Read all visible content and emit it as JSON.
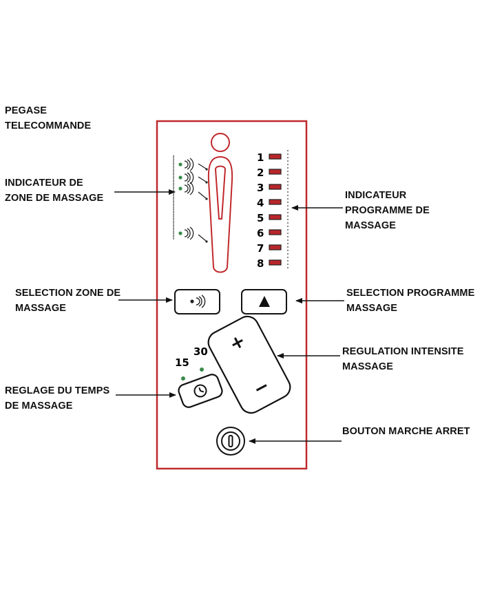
{
  "header": {
    "line1": "PEGASE",
    "line2": "TELECOMMANDE"
  },
  "labels": {
    "zone_indicator": {
      "line1": "INDICATEUR DE",
      "line2": "ZONE DE MASSAGE"
    },
    "program_indicator": {
      "line1": "INDICATEUR",
      "line2": "PROGRAMME DE",
      "line3": "MASSAGE"
    },
    "zone_selection": {
      "line1": "SELECTION ZONE DE",
      "line2": "MASSAGE"
    },
    "program_selection": {
      "line1": "SELECTION PROGRAMME",
      "line2": "MASSAGE"
    },
    "intensity": {
      "line1": "REGULATION INTENSITE",
      "line2": "MASSAGE"
    },
    "timer": {
      "line1": "REGLAGE DU TEMPS",
      "line2": "DE MASSAGE"
    },
    "power": {
      "line1": "BOUTON MARCHE ARRET"
    }
  },
  "remote": {
    "program_numbers": [
      "1",
      "2",
      "3",
      "4",
      "5",
      "6",
      "7",
      "8"
    ],
    "timer_values": [
      "15",
      "30"
    ],
    "plus_symbol": "+",
    "minus_symbol": "−"
  },
  "colors": {
    "frame": "#c0282b",
    "led_red": "#b8262a",
    "led_green": "#3a8a4a",
    "text": "#111111"
  },
  "icons": [
    "wave-icon",
    "triangle-icon",
    "clock-icon",
    "power-icon",
    "person-silhouette-icon"
  ]
}
